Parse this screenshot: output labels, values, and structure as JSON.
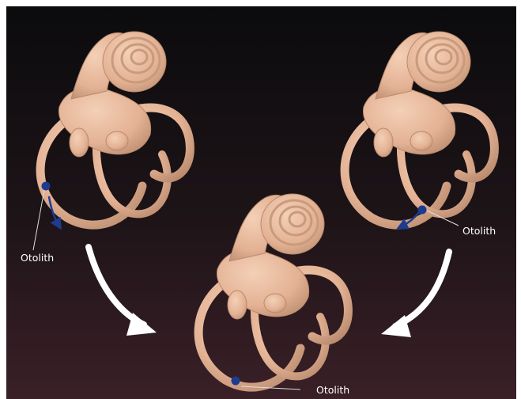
{
  "labels": {
    "left": "Otolith",
    "right": "Otolith",
    "bottom": "Otolith"
  },
  "colors": {
    "background_top": "#0b0b0d",
    "background_bottom": "#3a2027",
    "bone": "#e8b99a",
    "bone_shadow": "#b98a6e",
    "otolith": "#1d3c8f",
    "arrow": "#ffffff"
  }
}
